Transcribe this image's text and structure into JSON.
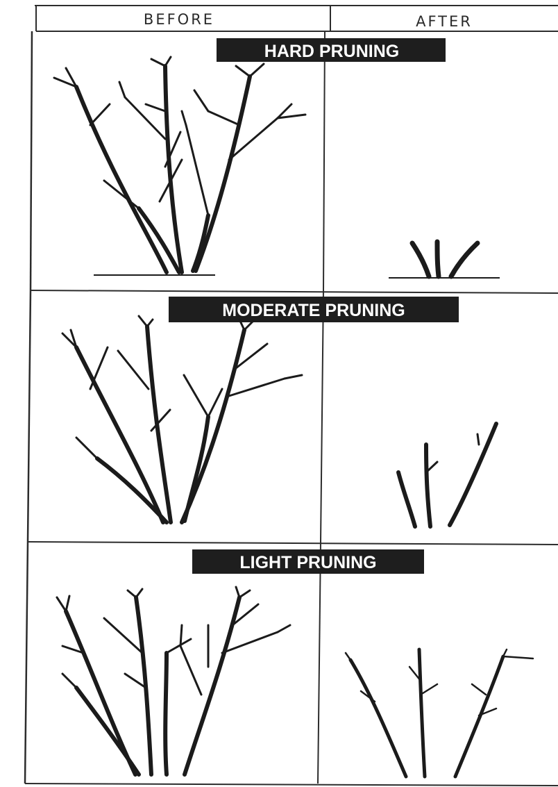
{
  "columns": {
    "before": "BEFORE",
    "after": "AFTER"
  },
  "sections": [
    {
      "label": "HARD PRUNING"
    },
    {
      "label": "MODERATE PRUNING"
    },
    {
      "label": "LIGHT PRUNING"
    }
  ],
  "colors": {
    "ink": "#1b1b1b",
    "banner": "#1e1e1e",
    "paper": "#ffffff"
  }
}
